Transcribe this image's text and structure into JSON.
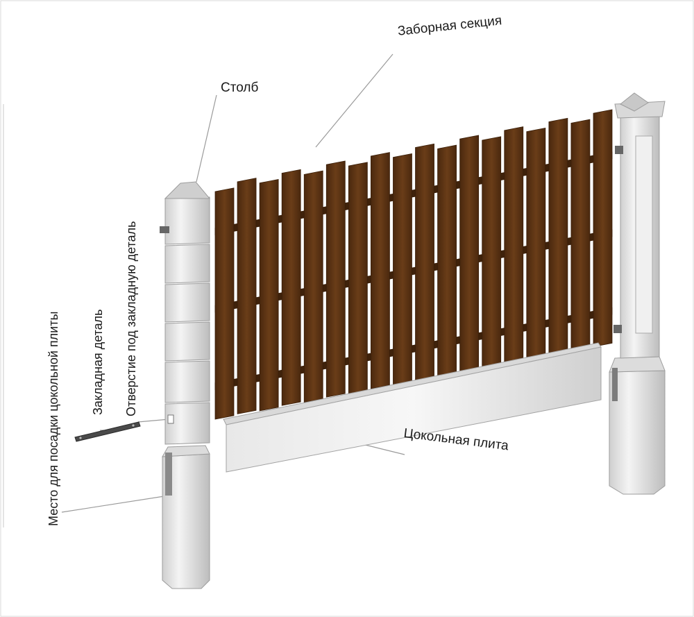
{
  "labels": {
    "fence_section": "Заборная секция",
    "post": "Столб",
    "embedded_part_hole": "Отверстие под закладную деталь",
    "embedded_part": "Закладная деталь",
    "plinth_seat": "Место для посадки цокольной плиты",
    "plinth_plate": "Цокольная плита"
  },
  "colors": {
    "board": "#5c3414",
    "board_edge": "#3a1f0a",
    "concrete": "#e6e6e6",
    "concrete_shadow": "#b8b8b8",
    "leader": "#9a9a9a",
    "metal": "#555555"
  }
}
